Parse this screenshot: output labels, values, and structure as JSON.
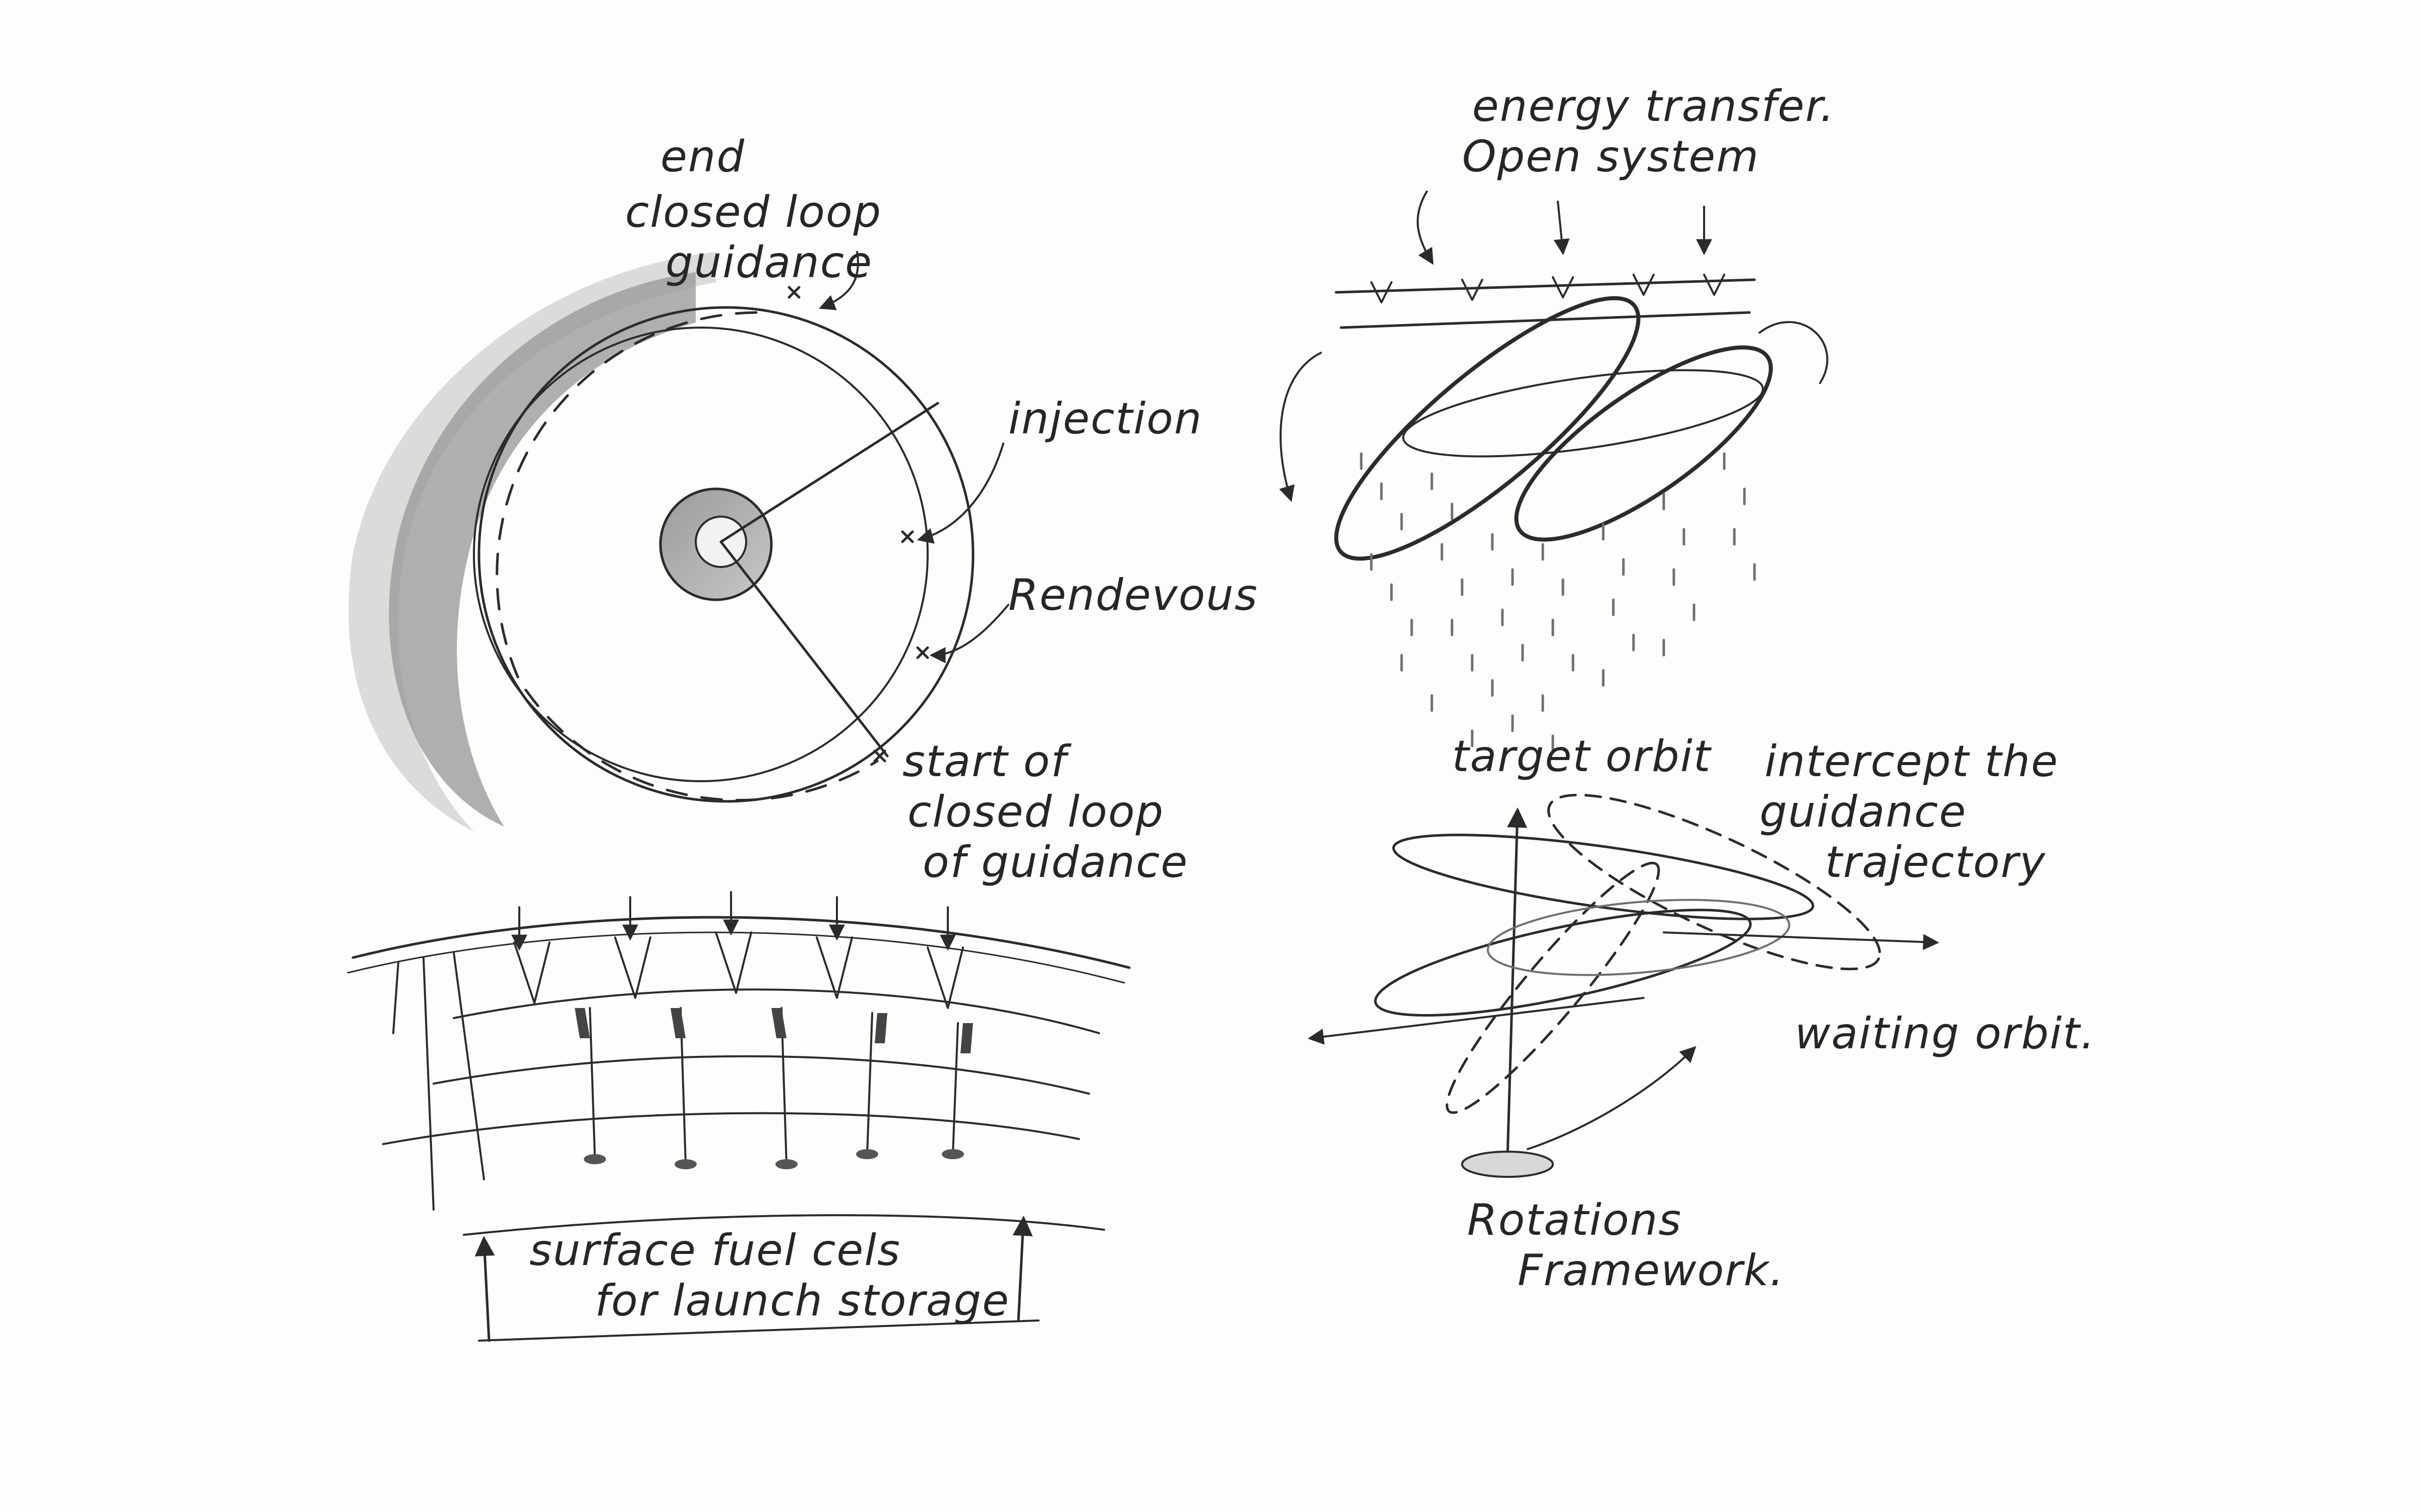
{
  "sketch": {
    "orbit_diagram": {
      "end_label": "end",
      "closed_loop_label": "closed loop",
      "guidance_label": "guidance",
      "injection_label": "injection",
      "rendezvous_label": "Rendevous",
      "start_label": "start of",
      "start_line2": "closed loop",
      "start_line3": "of guidance"
    },
    "energy_diagram": {
      "line1": "energy transfer.",
      "line2": "Open system"
    },
    "surface_diagram": {
      "line1": "surface fuel cels",
      "line2": "for launch storage"
    },
    "trajectory_diagram": {
      "target_label": "target orbit",
      "intercept_line1": "intercept the",
      "intercept_line2": "guidance",
      "intercept_line3": "trajectory",
      "waiting_label": "waiting orbit.",
      "rotations_line1": "Rotations",
      "rotations_line2": "Framework."
    }
  }
}
